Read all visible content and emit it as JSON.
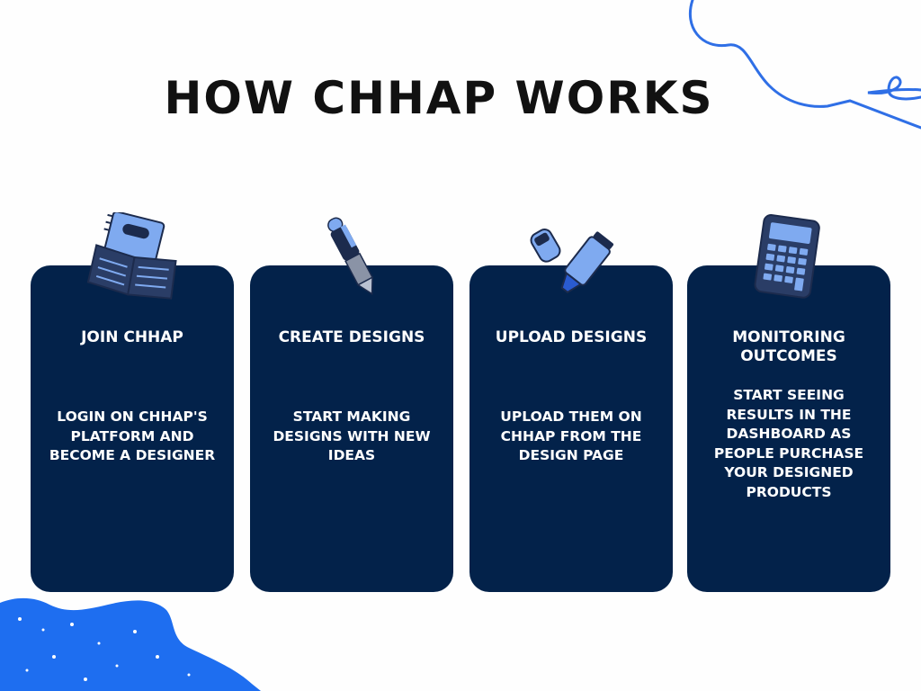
{
  "title": "HOW CHHAP WORKS",
  "colors": {
    "background": "#fefefe",
    "card": "#03224a",
    "accent_blue": "#2f6fe6",
    "splash_blue": "#1e6ef0",
    "icon_light": "#7faaf0",
    "icon_dark": "#1c2b4d"
  },
  "steps": [
    {
      "icon": "notebook-icon",
      "heading": "JOIN CHHAP",
      "body": "LOGIN ON CHHAP'S PLATFORM AND BECOME A DESIGNER"
    },
    {
      "icon": "pen-icon",
      "heading": "CREATE DESIGNS",
      "body": "START MAKING DESIGNS WITH NEW IDEAS"
    },
    {
      "icon": "highlighter-icon",
      "heading": "UPLOAD DESIGNS",
      "body": "UPLOAD THEM ON CHHAP FROM THE DESIGN PAGE"
    },
    {
      "icon": "calculator-icon",
      "heading": "MONITORING OUTCOMES",
      "body": "START SEEING RESULTS IN THE DASHBOARD AS PEOPLE PURCHASE YOUR DESIGNED PRODUCTS"
    }
  ]
}
